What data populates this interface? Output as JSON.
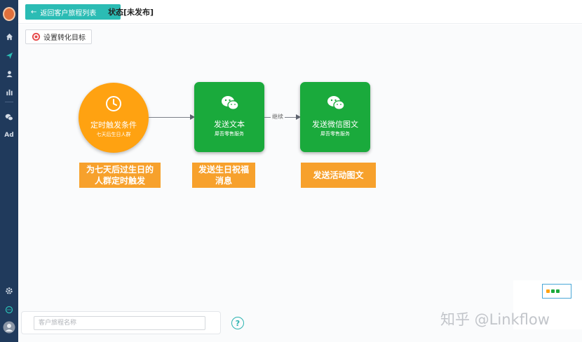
{
  "topbar": {
    "back_label": "返回客户旅程列表",
    "status_title": "状态[未发布]"
  },
  "toolbar": {
    "goal_label": "设置转化目标"
  },
  "sidebar": {
    "items": [
      {
        "icon": "home-icon"
      },
      {
        "icon": "send-icon"
      },
      {
        "icon": "user-icon"
      },
      {
        "icon": "bar-chart-icon"
      },
      {
        "icon": "wechat-icon"
      },
      {
        "icon": "ad-icon",
        "label": "Ad"
      }
    ],
    "bottom_items": [
      {
        "icon": "gear-icon"
      },
      {
        "icon": "chat-icon"
      },
      {
        "icon": "avatar-icon"
      }
    ]
  },
  "flow": {
    "trigger": {
      "title": "定时触发条件",
      "subtitle": "七天后生日人群",
      "color": "#ffa211"
    },
    "action1": {
      "title": "发送文本",
      "subtitle": "犀吾零售服务",
      "color": "#1aaa3c"
    },
    "action2": {
      "title": "发送微信图文",
      "subtitle": "犀吾零售服务",
      "color": "#1aaa3c"
    },
    "edge_label": "继续"
  },
  "notes": {
    "note1": "为七天后过生日的人群定时触发",
    "note2": "发送生日祝福消息",
    "note3": "发送活动图文",
    "color": "#f7a12c"
  },
  "bottom": {
    "name_placeholder": "客户旅程名称",
    "help_glyph": "?"
  },
  "watermark": "知乎 @Linkflow",
  "colors": {
    "accent": "#2bbcb4",
    "sidebar": "#203a5c"
  }
}
